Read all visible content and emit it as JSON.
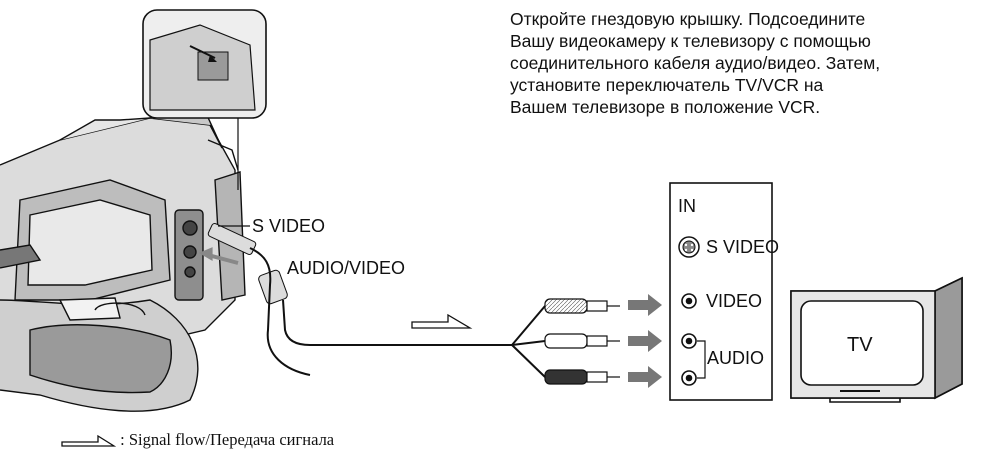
{
  "instructions": [
    "Откройте гнездовую крышку. Подсоедините",
    "Вашу видеокамеру к телевизору с помощью",
    "соединительного кабеля аудио/видео. Затем,",
    "установите переключатель  TV/VCR  на",
    "Вашем телевизоре в положение VCR."
  ],
  "camera_labels": {
    "s_video": "S VIDEO",
    "audio_video": "AUDIO/VIDEO"
  },
  "tv_panel": {
    "in_label": "IN",
    "s_video": "S VIDEO",
    "video": "VIDEO",
    "audio": "AUDIO"
  },
  "tv_label": "TV",
  "legend": {
    "text": ": Signal flow/Передача сигнала"
  },
  "icons": [
    "camcorder-illustration",
    "s-video-jack-icon",
    "rca-jack-icon",
    "signal-flow-arrow-icon",
    "rca-plug-icon"
  ]
}
